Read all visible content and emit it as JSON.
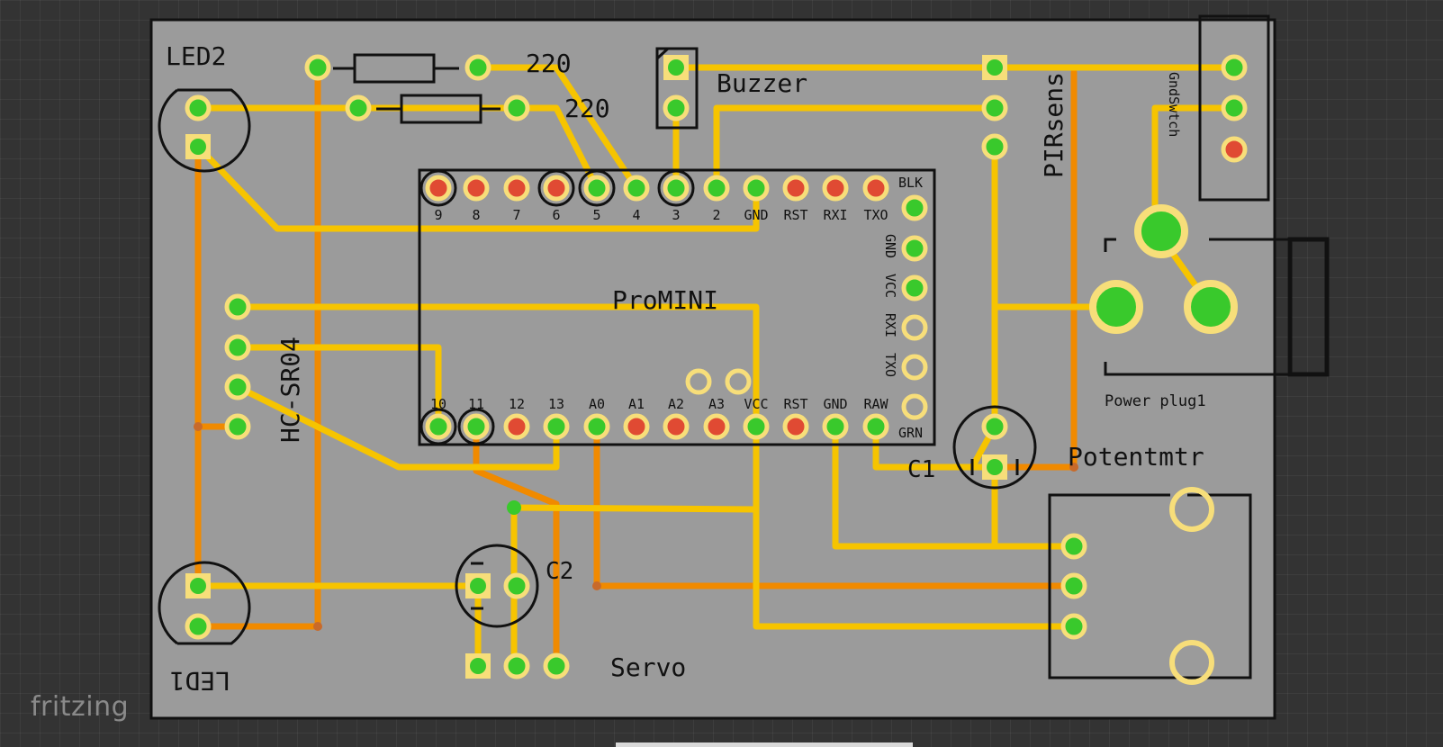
{
  "app": {
    "logo": "fritzing"
  },
  "colors": {
    "board": "#9b9b9b",
    "outline": "#111111",
    "trace_top": "#f6c400",
    "trace_bottom": "#f08a00",
    "pad_connected": "#39c92c",
    "pad_unconnected": "#e04a33",
    "pad_ring": "#f7de7a"
  },
  "labels": {
    "led2": "LED2",
    "led1": "LED1",
    "res1": "220",
    "res2": "220",
    "buzzer": "Buzzer",
    "pir": "PIRsens",
    "gndswtch": "GndSwtch",
    "promini": "ProMINI",
    "hcsr04": "HC-SR04",
    "power": "Power plug1",
    "potent": "Potentmtr",
    "c1": "C1",
    "c2": "C2",
    "servo": "Servo"
  },
  "promini_top_pins": [
    "9",
    "8",
    "7",
    "6",
    "5",
    "4",
    "3",
    "2",
    "GND",
    "RST",
    "RXI",
    "TXO"
  ],
  "promini_bottom_pins": [
    "10",
    "11",
    "12",
    "13",
    "A0",
    "A1",
    "A2",
    "A3",
    "VCC",
    "RST",
    "GND",
    "RAW"
  ],
  "promini_side_pins": [
    "BLK",
    "GND",
    "VCC",
    "RXI",
    "TXO",
    "GRN"
  ]
}
